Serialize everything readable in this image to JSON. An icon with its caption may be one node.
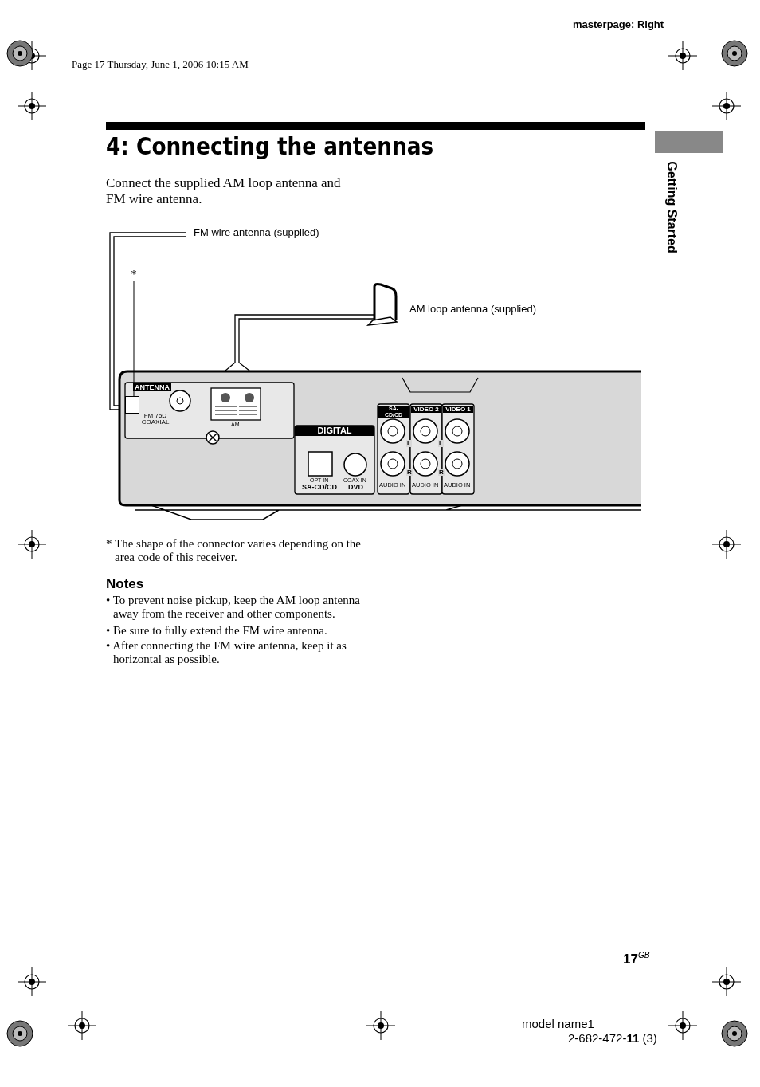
{
  "diagram": {
    "title": "4: Connecting the antennas",
    "nodes": [
      {
        "text": [
          "*"
        ]
      },
      {
        "text": [],
        "shape": "box"
      }
    ],
    "edges": [
      {
        "from": 0,
        "to": 1,
        "arrow": "none"
      }
    ],
    "labels": [
      "masterpage: Right",
      "Page 17 Thursday, June 1, 2006 10:15 AM",
      "Getting Started",
      "Connect the supplied AM loop antenna and FM wire antenna.",
      "FM wire antenna (supplied)",
      "AM loop antenna (supplied)",
      "ANTENNA",
      "FM 75Ω COAXIAL",
      "AM",
      "DIGITAL",
      "OPT IN",
      "SA-CD/CD",
      "COAX IN",
      "DVD",
      "SA-CD/CD",
      "VIDEO 2",
      "VIDEO 1",
      "L",
      "L",
      "R",
      "R",
      "AUDIO IN",
      "AUDIO IN",
      "AUDIO IN",
      "* The shape of the connector varies depending on the area code of this receiver.",
      "Notes",
      "• To prevent noise pickup, keep the AM loop antenna away from the receiver and other components.",
      "• Be sure to fully extend the FM wire antenna.",
      "• After connecting the FM wire antenna, keep it as horizontal as possible.",
      "17$^{GB}$",
      "model name1",
      "2-682-472-**11** (3)"
    ]
  }
}
